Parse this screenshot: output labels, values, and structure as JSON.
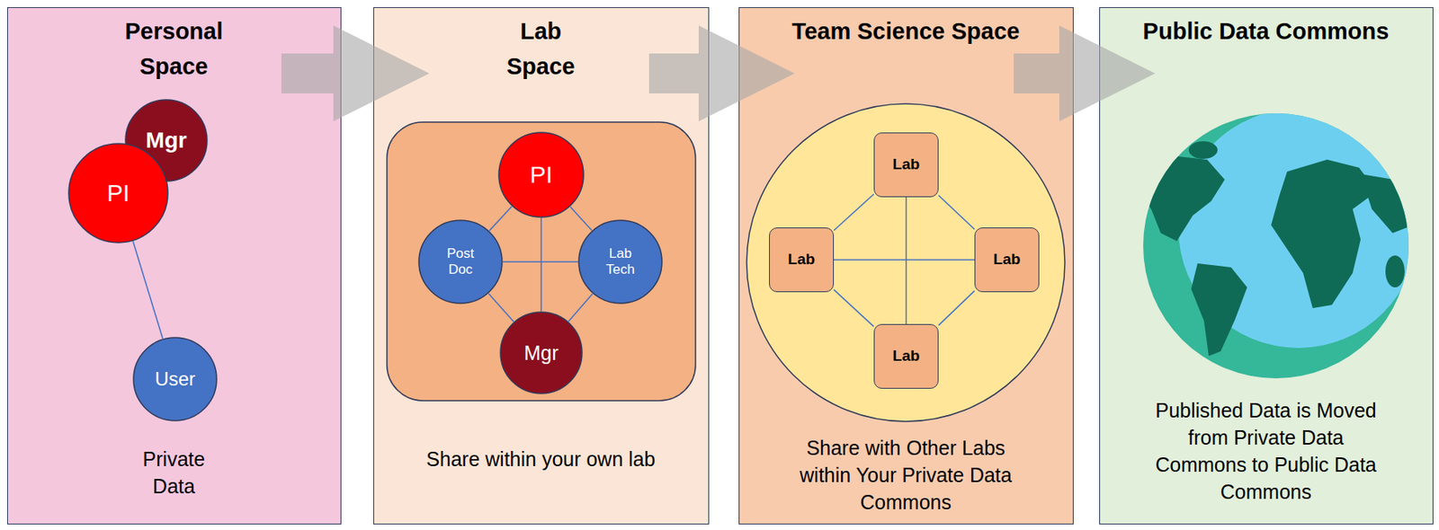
{
  "diagram": {
    "nodes": [
      {
        "text": [
          "Personal Space",
          "Private Data"
        ]
      },
      {
        "text": [
          "Mgr"
        ],
        "in": 0
      },
      {
        "text": [
          "PI"
        ],
        "in": 0
      },
      {
        "text": [
          "User"
        ],
        "in": 0
      },
      {
        "text": [
          "Lab Space",
          "Share within your own lab"
        ]
      },
      {
        "text": [
          "PI"
        ],
        "in": 4
      },
      {
        "text": [
          "Post Doc"
        ],
        "in": 4
      },
      {
        "text": [
          "Lab Tech"
        ],
        "in": 4
      },
      {
        "text": [
          "Mgr"
        ],
        "in": 4
      },
      {
        "text": [
          "Team Science Space",
          "Share with Other Labs within Your Private Data Commons"
        ]
      },
      {
        "text": [
          "Lab"
        ],
        "in": 9
      },
      {
        "text": [
          "Lab"
        ],
        "in": 9
      },
      {
        "text": [
          "Lab"
        ],
        "in": 9
      },
      {
        "text": [
          "Lab"
        ],
        "in": 9
      },
      {
        "text": [
          "Public Data Commons",
          "Published Data is Moved from Private Data Commons to Public Data Commons"
        ]
      }
    ],
    "edges": [
      {
        "from": 0,
        "to": 4,
        "arrow": "to"
      },
      {
        "from": 4,
        "to": 9,
        "arrow": "to"
      },
      {
        "from": 9,
        "to": 14,
        "arrow": "to"
      },
      {
        "from": 2,
        "to": 3,
        "arrow": "none"
      },
      {
        "from": 5,
        "to": 6,
        "arrow": "none"
      },
      {
        "from": 5,
        "to": 7,
        "arrow": "none"
      },
      {
        "from": 5,
        "to": 8,
        "arrow": "none"
      },
      {
        "from": 6,
        "to": 7,
        "arrow": "none"
      },
      {
        "from": 6,
        "to": 8,
        "arrow": "none"
      },
      {
        "from": 7,
        "to": 8,
        "arrow": "none"
      },
      {
        "from": 10,
        "to": 11,
        "arrow": "none"
      },
      {
        "from": 10,
        "to": 12,
        "arrow": "none"
      },
      {
        "from": 10,
        "to": 13,
        "arrow": "none"
      },
      {
        "from": 11,
        "to": 12,
        "arrow": "none"
      },
      {
        "from": 11,
        "to": 13,
        "arrow": "none"
      },
      {
        "from": 12,
        "to": 13,
        "arrow": "none"
      }
    ]
  }
}
